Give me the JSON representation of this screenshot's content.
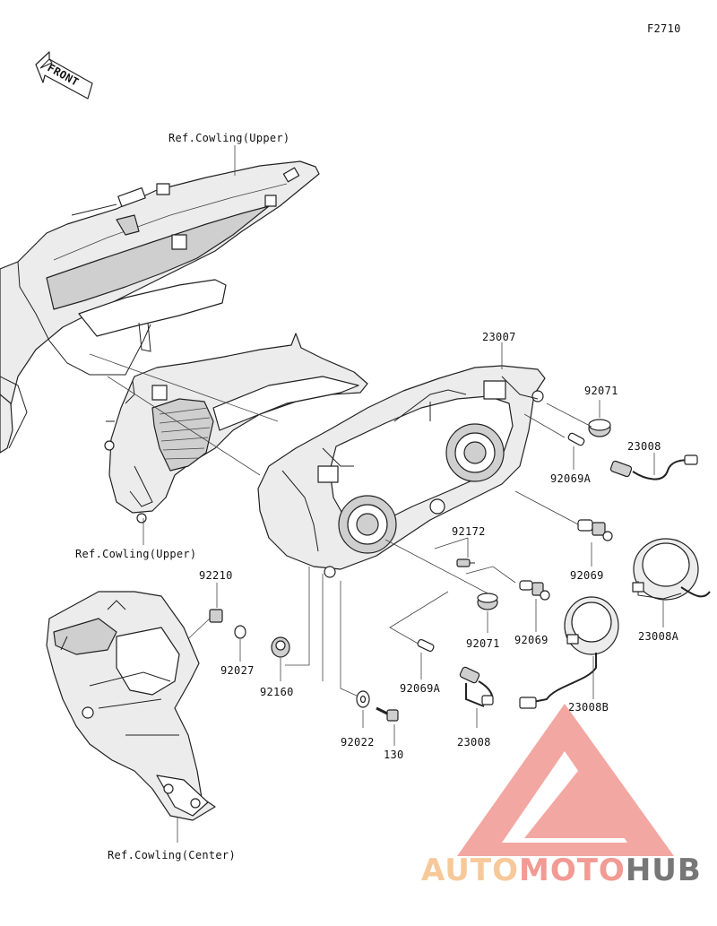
{
  "figure_code": "F2710",
  "front_label": "FRONT",
  "refs": {
    "cowling_upper_top": "Ref.Cowling(Upper)",
    "cowling_upper_mid": "Ref.Cowling(Upper)",
    "cowling_center": "Ref.Cowling(Center)"
  },
  "parts": {
    "p23007": "23007",
    "p92071_a": "92071",
    "p23008_a": "23008",
    "p92069A_a": "92069A",
    "p92172": "92172",
    "p92069_a": "92069",
    "p23008A": "23008A",
    "p92071_b": "92071",
    "p92069_b": "92069",
    "p23008B": "23008B",
    "p92210": "92210",
    "p92027": "92027",
    "p92160": "92160",
    "p92069A_b": "92069A",
    "p92022": "92022",
    "p130": "130",
    "p23008_b": "23008"
  },
  "watermark": {
    "part1": "AUTO",
    "part2": "MOTO",
    "part3": "HUB",
    "color_auto": "#f7c99a",
    "color_moto": "#f29a94",
    "color_hub": "#777777",
    "logo_color": "#f08a84"
  }
}
